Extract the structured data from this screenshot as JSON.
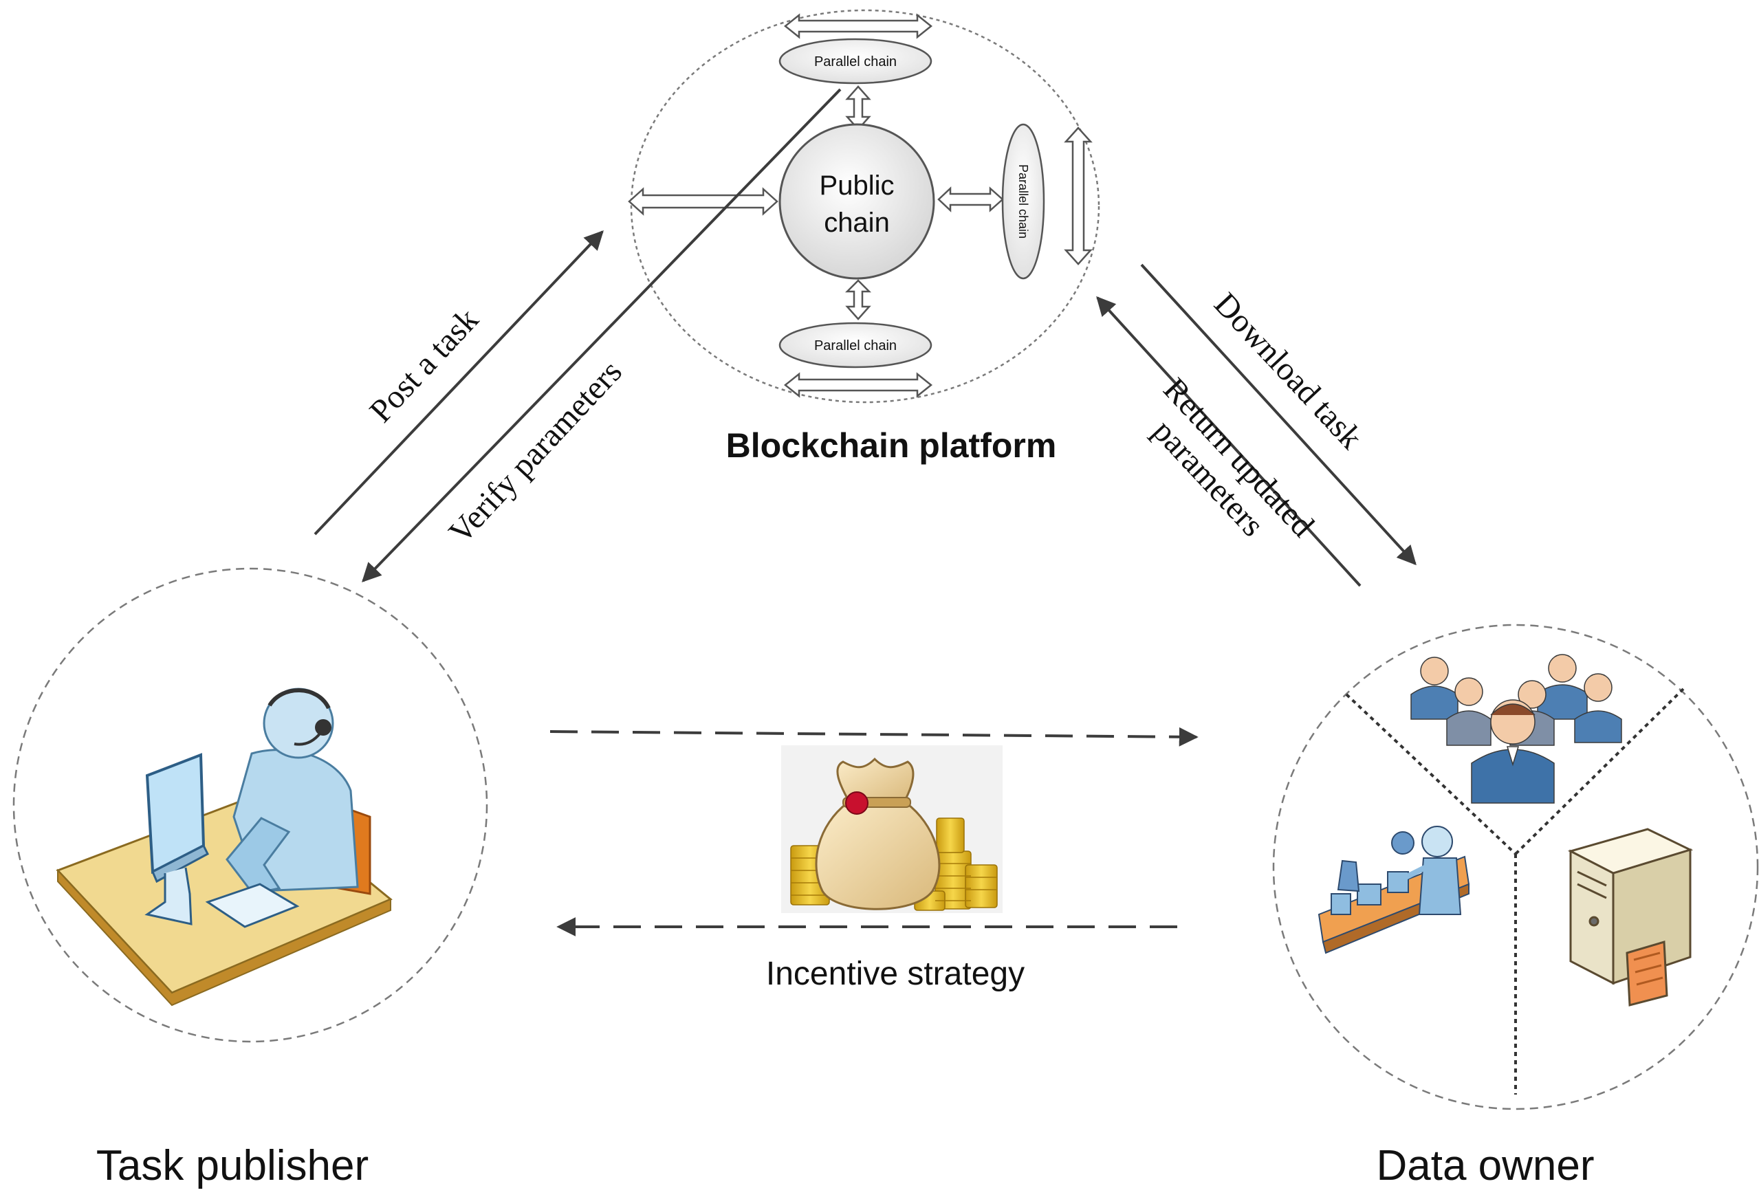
{
  "platform": {
    "public_chain_line1": "Public",
    "public_chain_line2": "chain",
    "parallel_chain_top": "Parallel chain",
    "parallel_chain_right": "Parallel chain",
    "parallel_chain_bottom": "Parallel chain",
    "title": "Blockchain platform"
  },
  "flows": {
    "post_task": "Post a task",
    "verify_parameters": "Verify parameters",
    "download_task": "Download task",
    "return_line1": "Return updated",
    "return_line2": "parameters",
    "incentive_strategy": "Incentive strategy"
  },
  "actors": {
    "task_publisher": "Task publisher",
    "data_owner": "Data owner"
  },
  "colors": {
    "arrow": "#3c3c3c",
    "dashed_circle": "#7a7a7a",
    "coin_gold": "#e8b820",
    "bag": "#f2d7a0",
    "person": "#9cc9e6",
    "suit": "#3e72a8"
  },
  "icons": {
    "publisher": "operator-at-computer-icon",
    "money": "money-bag-with-coins-icon",
    "group": "people-group-icon",
    "factory": "factory-worker-icon",
    "server": "server-tower-icon"
  }
}
